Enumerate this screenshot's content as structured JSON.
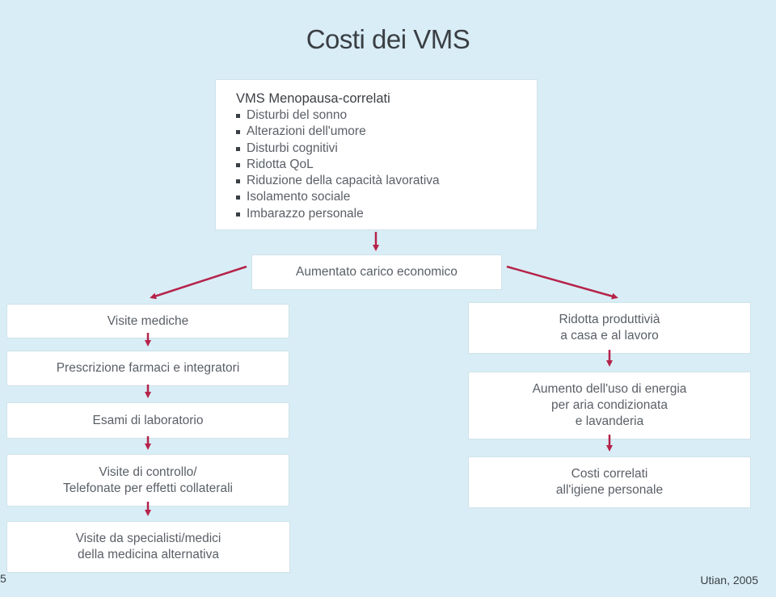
{
  "title": "Costi dei VMS",
  "top_box": {
    "heading": "VMS Menopausa-correlati",
    "items": [
      "Disturbi del sonno",
      "Alterazioni dell'umore",
      "Disturbi cognitivi",
      "Ridotta QoL",
      "Riduzione della capacità lavorativa",
      "Isolamento sociale",
      "Imbarazzo personale"
    ]
  },
  "center_box": {
    "label": "Aumentato carico economico"
  },
  "left_column": {
    "visite_mediche": "Visite mediche",
    "prescrizione": "Prescrizione farmaci e integratori",
    "esami": "Esami di laboratorio",
    "visite_controllo": [
      "Visite di controllo/",
      "Telefonate per effetti collaterali"
    ],
    "specialisti": [
      "Visite da specialisti/medici",
      "della medicina alternativa"
    ]
  },
  "right_column": {
    "produttivita": [
      "Ridotta produttivià",
      "a casa e al lavoro"
    ],
    "energia": [
      "Aumento dell'uso di energia",
      "per aria condizionata",
      "e lavanderia"
    ],
    "igiene": [
      "Costi correlati",
      "all'igiene personale"
    ]
  },
  "footer": {
    "page_number": "5",
    "citation": "Utian, 2005"
  },
  "colors": {
    "background": "#d9edf6",
    "arrow": "#b5234a",
    "box": "#ffffff"
  }
}
